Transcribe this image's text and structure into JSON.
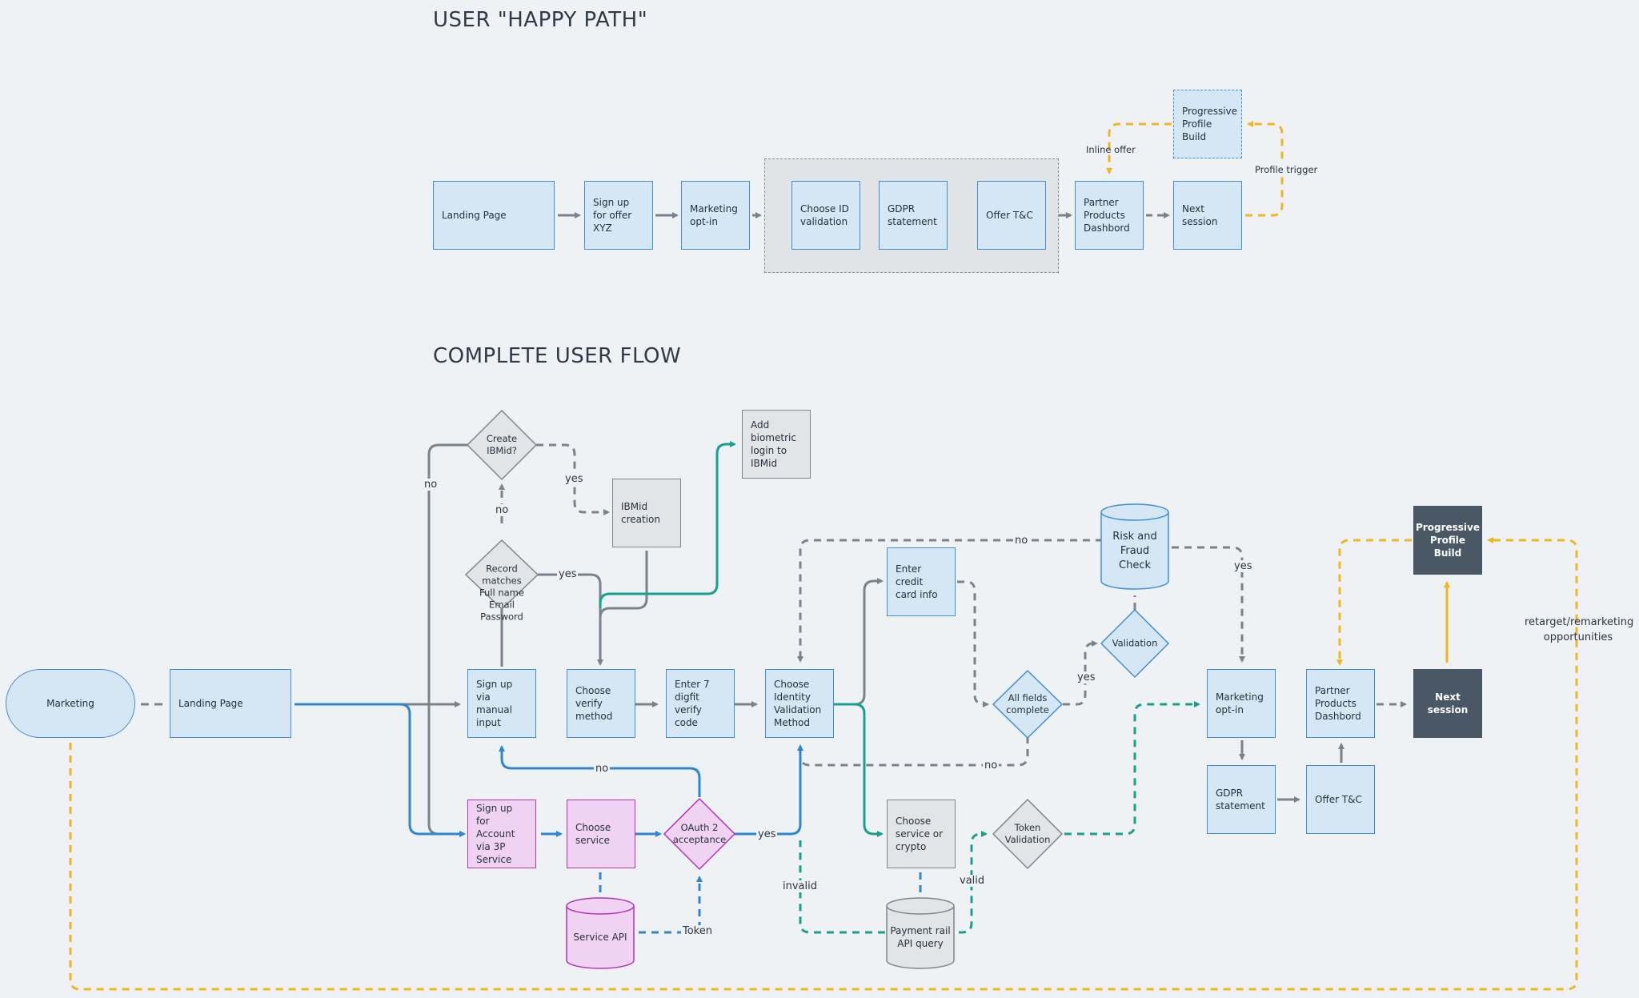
{
  "titles": {
    "happy_path": "USER \"HAPPY PATH\"",
    "complete_flow": "COMPLETE USER FLOW"
  },
  "happy_path": {
    "landing_page": "Landing Page",
    "sign_up_offer": "Sign up for offer XYZ",
    "marketing_optin": "Marketing opt-in",
    "choose_id_validation": "Choose ID validation",
    "gdpr_statement": "GDPR statement",
    "offer_tc": "Offer T&C",
    "partner_dashboard": "Partner Products Dashbord",
    "next_session": "Next session",
    "progressive_profile": "Progressive Profile Build",
    "inline_offer": "Inline offer",
    "profile_trigger": "Profile trigger"
  },
  "flow": {
    "marketing": "Marketing",
    "landing_page": "Landing Page",
    "create_ibmid": "Create IBMid?",
    "record_matches": "Record matches Full name Email Password",
    "ibmid_creation": "IBMid creation",
    "add_biometric": "Add biometric login to IBMid",
    "sign_up_manual": "Sign up via manual input",
    "choose_verify": "Choose verify method",
    "enter_code": "Enter 7 digfit verify code",
    "choose_identity": "Choose Identity Validation Method",
    "enter_credit": "Enter credit card info",
    "all_fields": "All fields complete",
    "validation": "Validation",
    "risk_fraud": "Risk and Fraud Check",
    "marketing_optin": "Marketing opt-in",
    "gdpr_statement": "GDPR statement",
    "partner_dashboard": "Partner Products Dashbord",
    "offer_tc": "Offer T&C",
    "next_session": "Next session",
    "progressive_profile": "Progressive Profile Build",
    "sign_up_3p": "Sign up for Account via 3P Service",
    "choose_service": "Choose service",
    "oauth": "OAuth 2 acceptance",
    "service_api": "Service API",
    "choose_service_crypto": "Choose service or crypto",
    "payment_rail": "Payment rail API query",
    "token_validation": "Token Validation",
    "retarget": "retarget/remarketing opportunities"
  },
  "edge_labels": {
    "no": "no",
    "yes": "yes",
    "token": "Token",
    "invalid": "invalid",
    "valid": "valid"
  },
  "colors": {
    "gray_line": "#7a838c",
    "blue_line": "#2f86d0",
    "teal_line": "#17a08d",
    "yellow_line": "#f2b520"
  }
}
